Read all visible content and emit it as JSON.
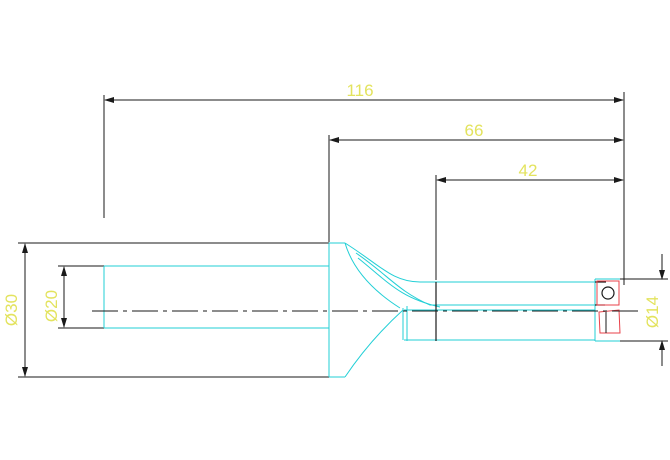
{
  "colors": {
    "background": "#ffffff",
    "outline": "#1a1a1a",
    "cyan": "#22cfd6",
    "yellow": "#e3e35e",
    "red": "#e8414a"
  },
  "dimensions": {
    "overall_length": "116",
    "middle_length": "66",
    "drill_length": "42",
    "shank_diameter": "Ø30",
    "bore_diameter": "Ø20",
    "tip_diameter": "Ø14"
  }
}
